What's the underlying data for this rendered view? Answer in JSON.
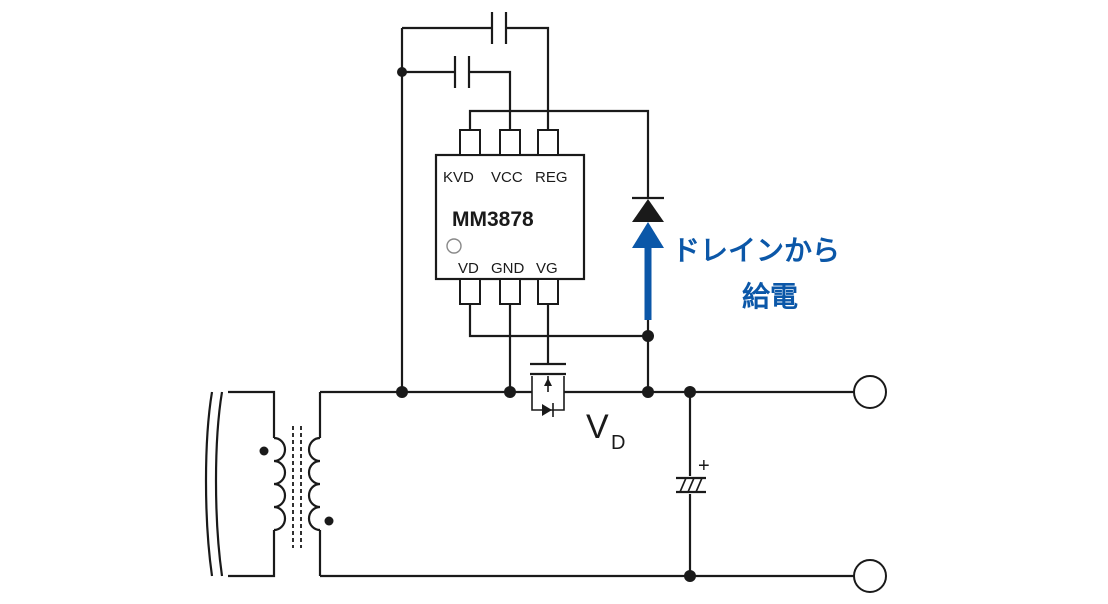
{
  "chip": {
    "name": "MM3878",
    "pins_top": [
      "KVD",
      "VCC",
      "REG"
    ],
    "pins_bottom": [
      "VD",
      "GND",
      "VG"
    ]
  },
  "labels": {
    "vd_main": "V",
    "vd_sub": "D",
    "cap_polarity": "+"
  },
  "annotation": {
    "line1": "ドレインから",
    "line2": "給電",
    "color": "#0b57a8"
  },
  "colors": {
    "wire": "#1a1a1a",
    "arrow": "#0b57a8"
  }
}
